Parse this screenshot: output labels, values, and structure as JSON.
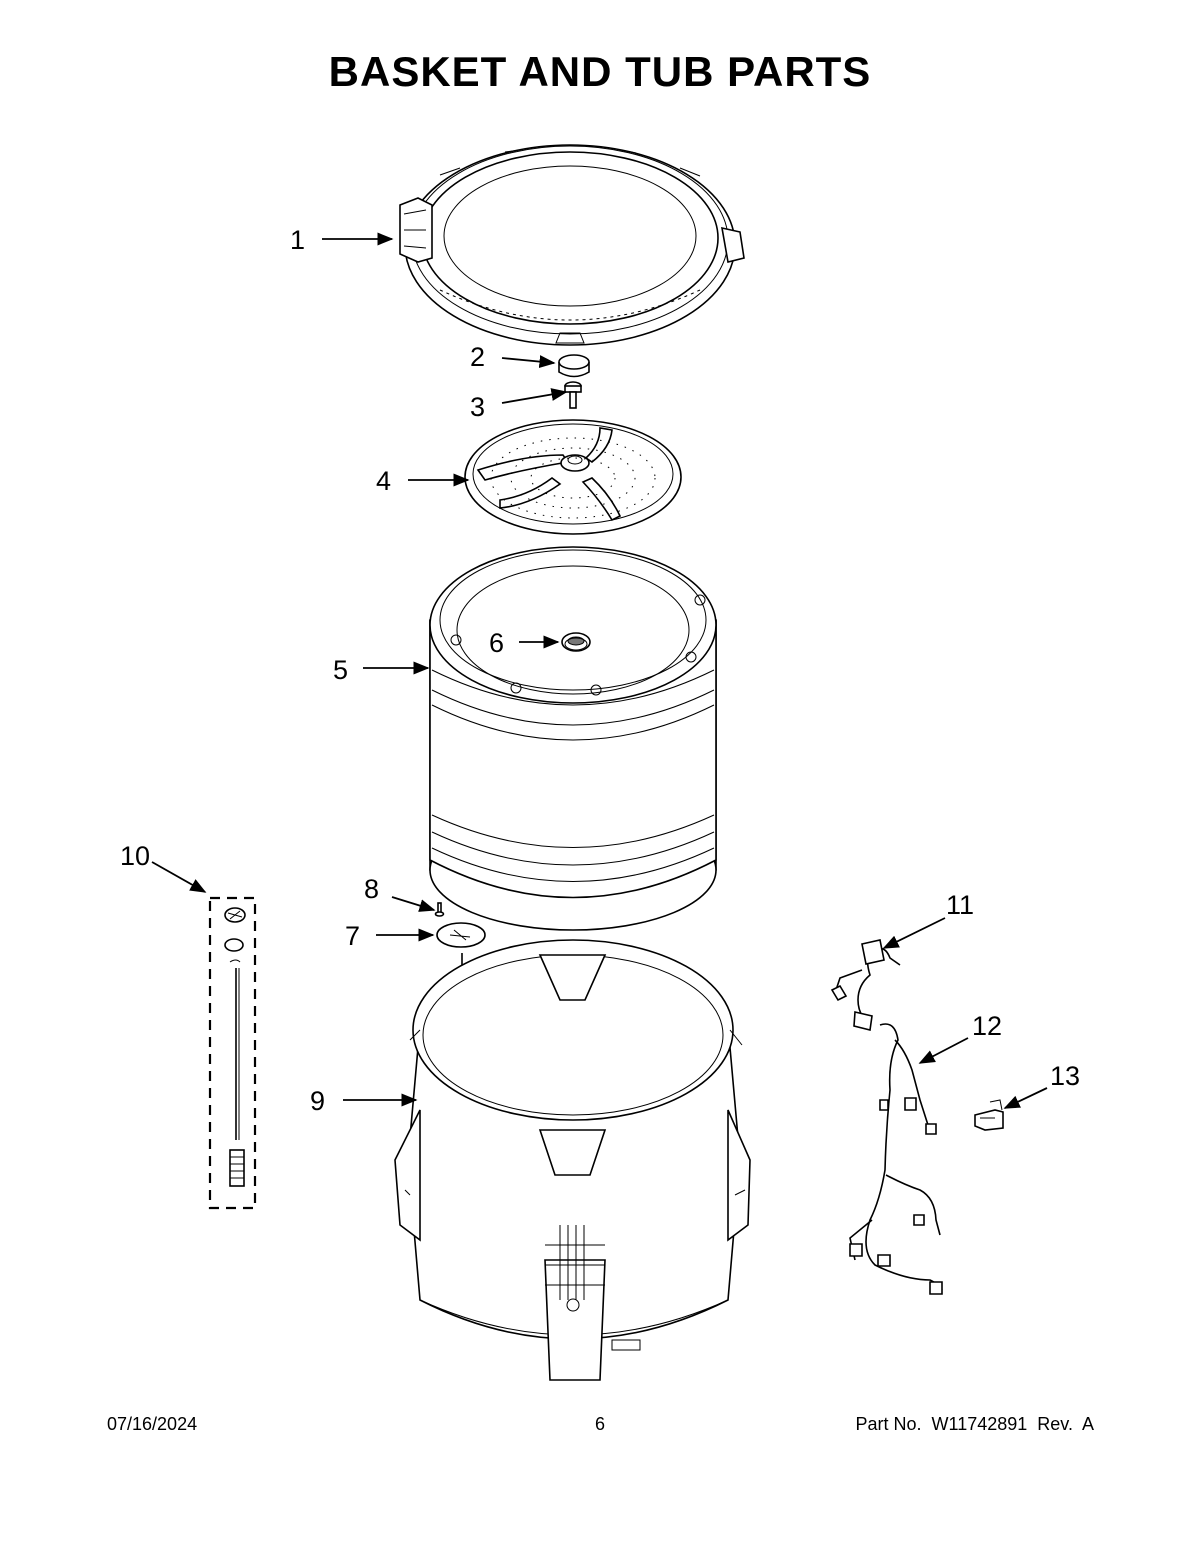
{
  "title": "BASKET AND TUB PARTS",
  "callouts": [
    "1",
    "2",
    "3",
    "4",
    "5",
    "6",
    "7",
    "8",
    "9",
    "10",
    "11",
    "12",
    "13"
  ],
  "footer": {
    "date": "07/16/2024",
    "page": "6",
    "part_no": "Part No.  W11742891  Rev.  A"
  }
}
